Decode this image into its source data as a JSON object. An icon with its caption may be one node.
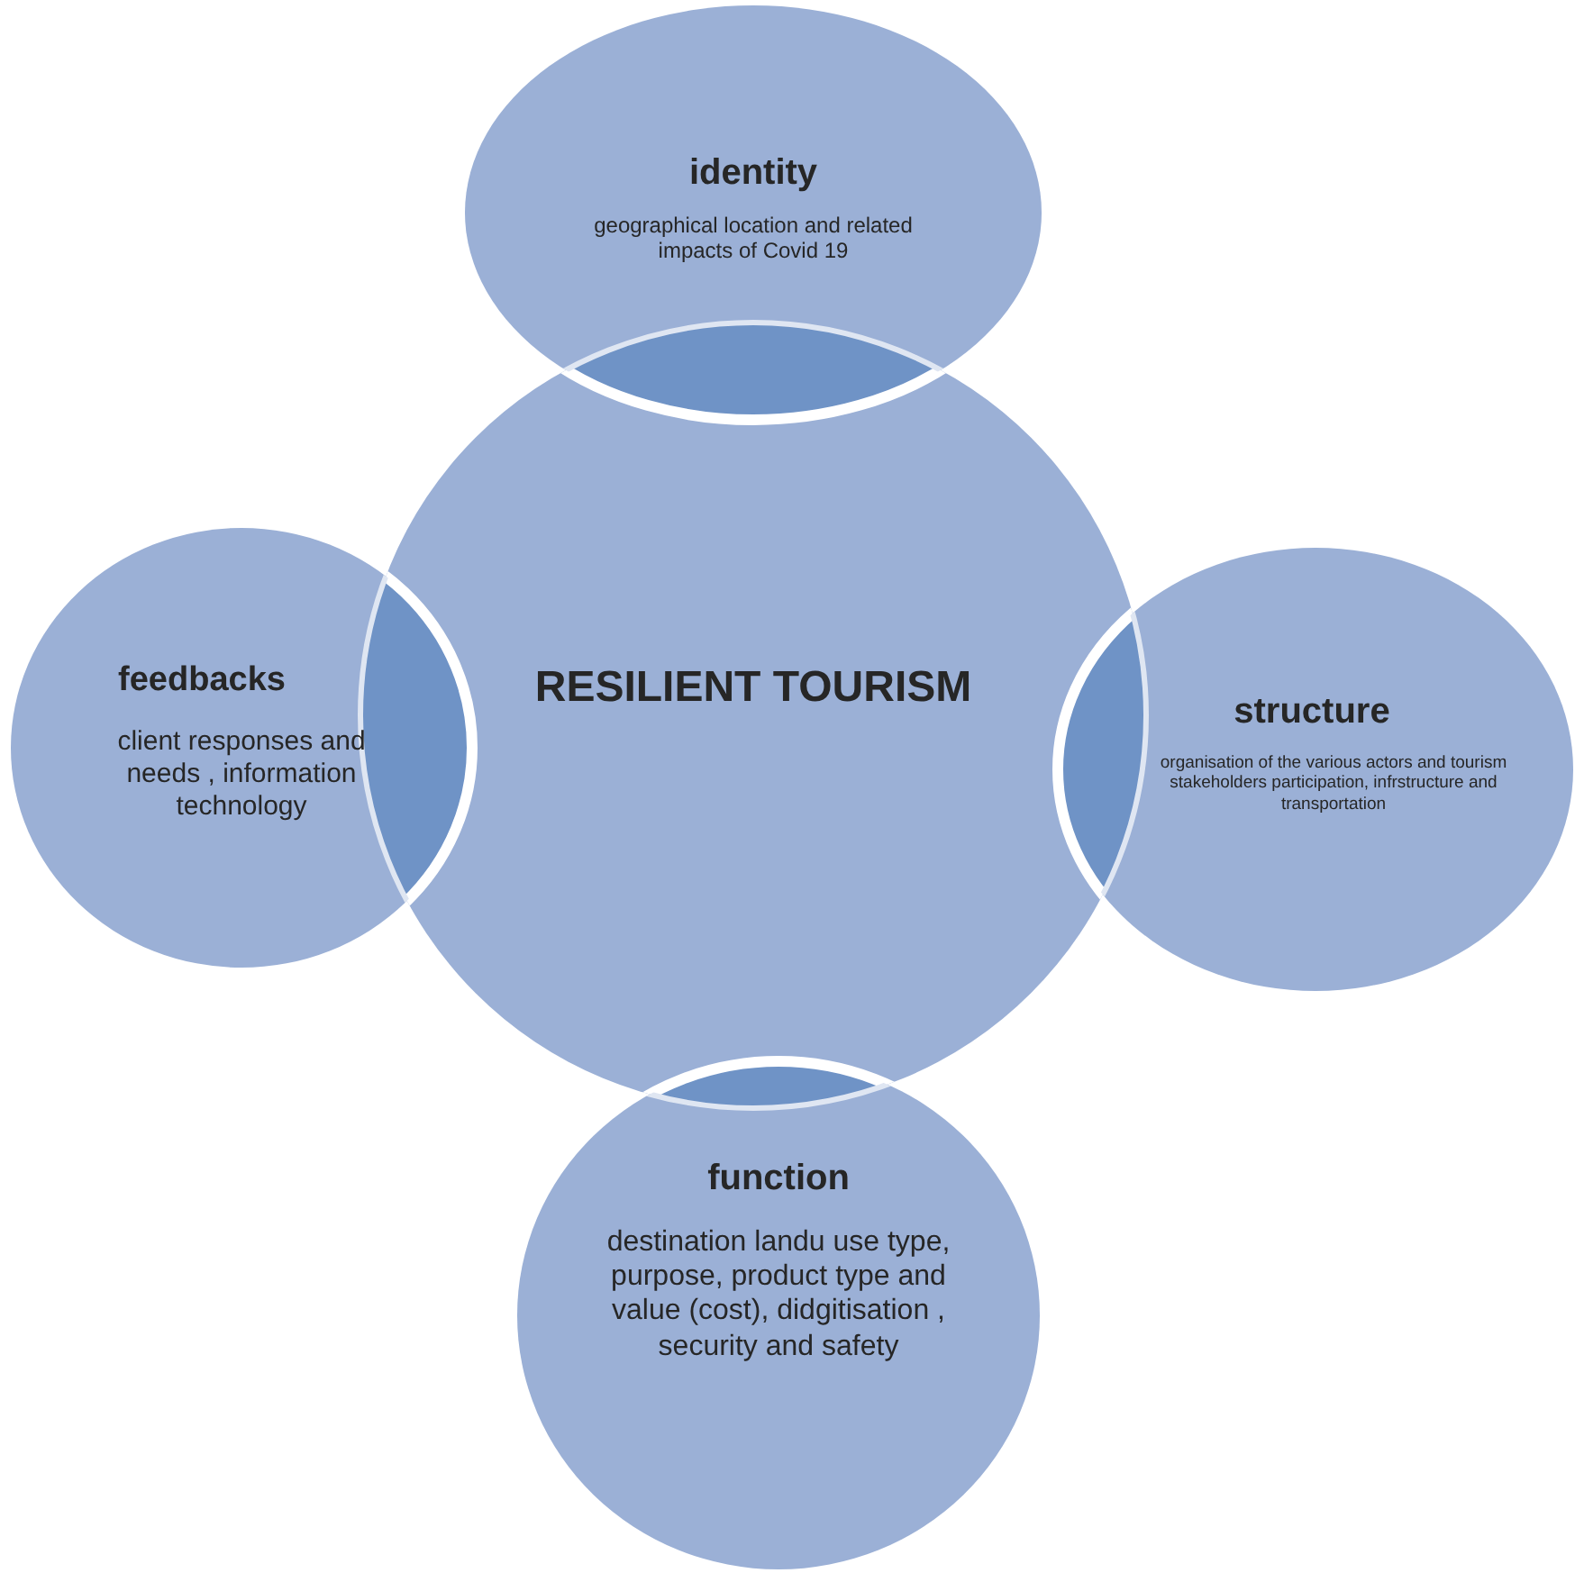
{
  "diagram": {
    "nodes": [
      {
        "text": [
          "identity",
          "geographical location and related impacts of Covid 19"
        ]
      },
      {
        "text": [
          "feedbacks",
          "client responses and needs , information technology"
        ]
      },
      {
        "text": [
          "RESILIENT TOURISM"
        ]
      },
      {
        "text": [
          "structure",
          "organisation of the various actors and tourism stakeholders participation, infrstructure and transportation"
        ]
      },
      {
        "text": [
          "function",
          "destination landu use type, purpose, product type and value (cost), didgitisation , security and safety"
        ]
      }
    ]
  }
}
